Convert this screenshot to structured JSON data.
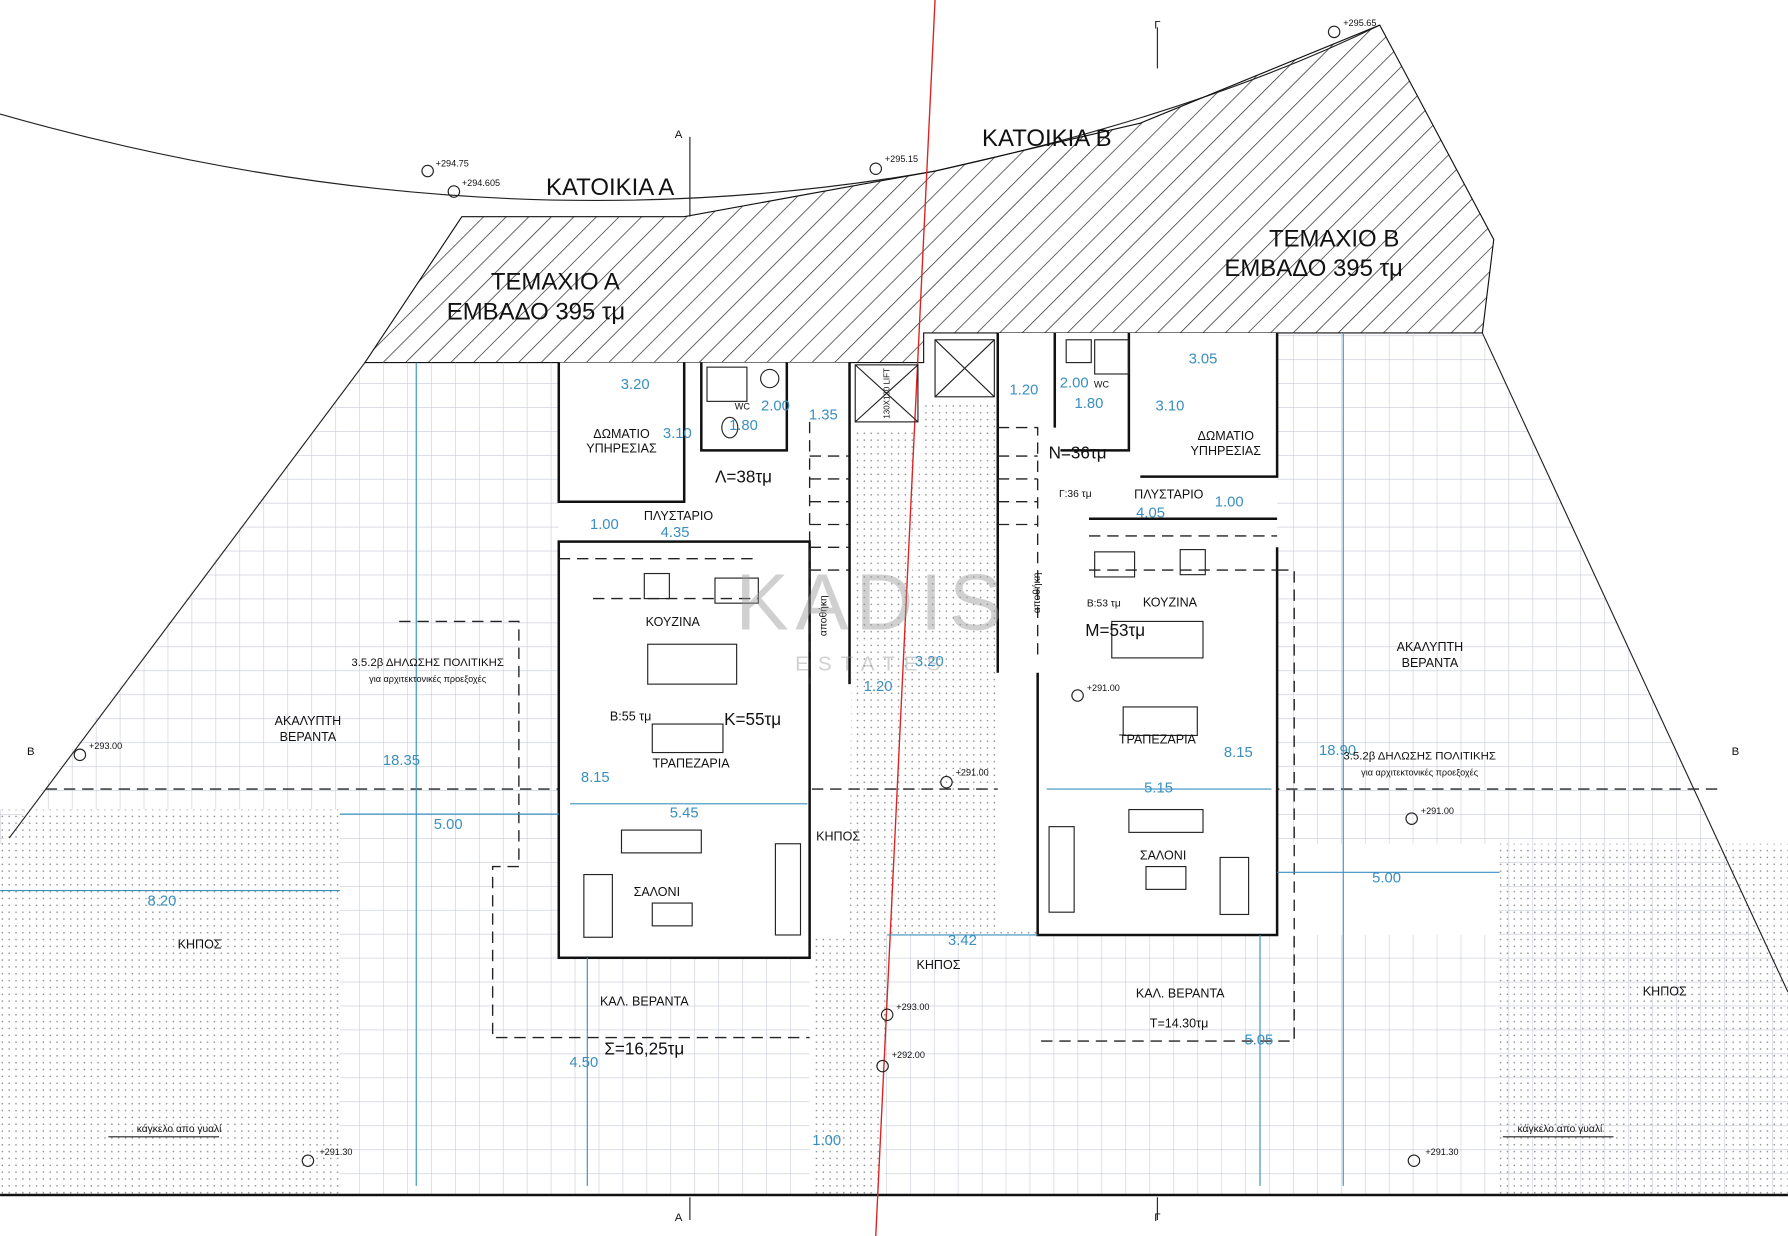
{
  "houses": {
    "a_title": "ΚΑΤΟΙΚΙΑ Α",
    "b_title": "ΚΑΤΟΙΚΙΑ Β"
  },
  "plots": {
    "a_name": "ΤΕΜΑΧΙΟ Α",
    "a_area": "ΕΜΒΑΔΟ 395 τμ",
    "b_name": "ΤΕΜΑΧΙΟ Β",
    "b_area": "ΕΜΒΑΔΟ 395 τμ"
  },
  "rooms_a": [
    "ΔΩΜΑΤΙΟ",
    "ΥΠΗΡΕΣΙΑΣ",
    "WC",
    "Λ=38τμ",
    "ΠΛΥΣΤΑΡΙΟ",
    "ΚΟΥΖΙΝΑ",
    "Β:55 τμ",
    "Κ=55τμ",
    "ΤΡΑΠΕΖΑΡΙΑ",
    "ΣΑΛΟΝΙ",
    "ΑΚΑΛΥΠΤΗ",
    "ΒΕΡΑΝΤΑ",
    "ΚΗΠΟΣ",
    "ΚΑΛ. ΒΕΡΑΝΤΑ",
    "Σ=16,25τμ",
    "αποθήκη"
  ],
  "rooms_b": [
    "ΔΩΜΑΤΙΟ",
    "ΥΠΗΡΕΣΙΑΣ",
    "WC",
    "Ν=36τμ",
    "Γ:36 τμ",
    "ΠΛΥΣΤΑΡΙΟ",
    "Β:53 τμ",
    "ΚΟΥΖΙΝΑ",
    "Μ=53τμ",
    "ΤΡΑΠΕΖΑΡΙΑ",
    "ΣΑΛΟΝΙ",
    "ΚΑΛ. ΒΕΡΑΝΤΑ",
    "Τ=14.30τμ",
    "ΑΚΑΛΥΠΤΗ",
    "ΒΕΡΑΝΤΑ",
    "ΚΗΠΟΣ",
    "αποθήκη"
  ],
  "shared": {
    "garden_mid1": "ΚΗΠΟΣ",
    "garden_mid2": "ΚΗΠΟΣ",
    "lift": "130X130 LIFT"
  },
  "dims_a": [
    "3.20",
    "3.10",
    "2.00",
    "1.80",
    "1.35",
    "1.00",
    "4.35",
    "8.15",
    "5.45",
    "18.35",
    "5.00",
    "8.20",
    "4.50",
    "1.00",
    "1.20",
    "3.20"
  ],
  "dims_b": [
    "1.20",
    "2.00",
    "1.80",
    "3.05",
    "3.10",
    "1.00",
    "4.05",
    "8.15",
    "5.15",
    "18.90",
    "5.00",
    "3.42",
    "5.05"
  ],
  "elevations": [
    "+294.75",
    "+294.605",
    "+295.15",
    "+295.65",
    "+293.00",
    "+291.00",
    "+291.00",
    "+291.00",
    "+293.00",
    "+292.00",
    "+291.30",
    "+291.30"
  ],
  "notes": {
    "policy": "3.5.2β ΔΗΛΩΣΗΣ ΠΟΛΙΤΙΚΗΣ",
    "policy_sub": "για αρχιτεκτονικές προεξοχές",
    "rail": "κάγκελο απο γυαλί"
  },
  "sections": {
    "a": "Α",
    "b": "Β",
    "c": "Γ"
  },
  "watermark": {
    "name": "KADIS",
    "sub": "ESTATES"
  },
  "colors": {
    "dimension": "#3a8fc0",
    "boundary": "#d22",
    "grid": "#c5cad6"
  }
}
